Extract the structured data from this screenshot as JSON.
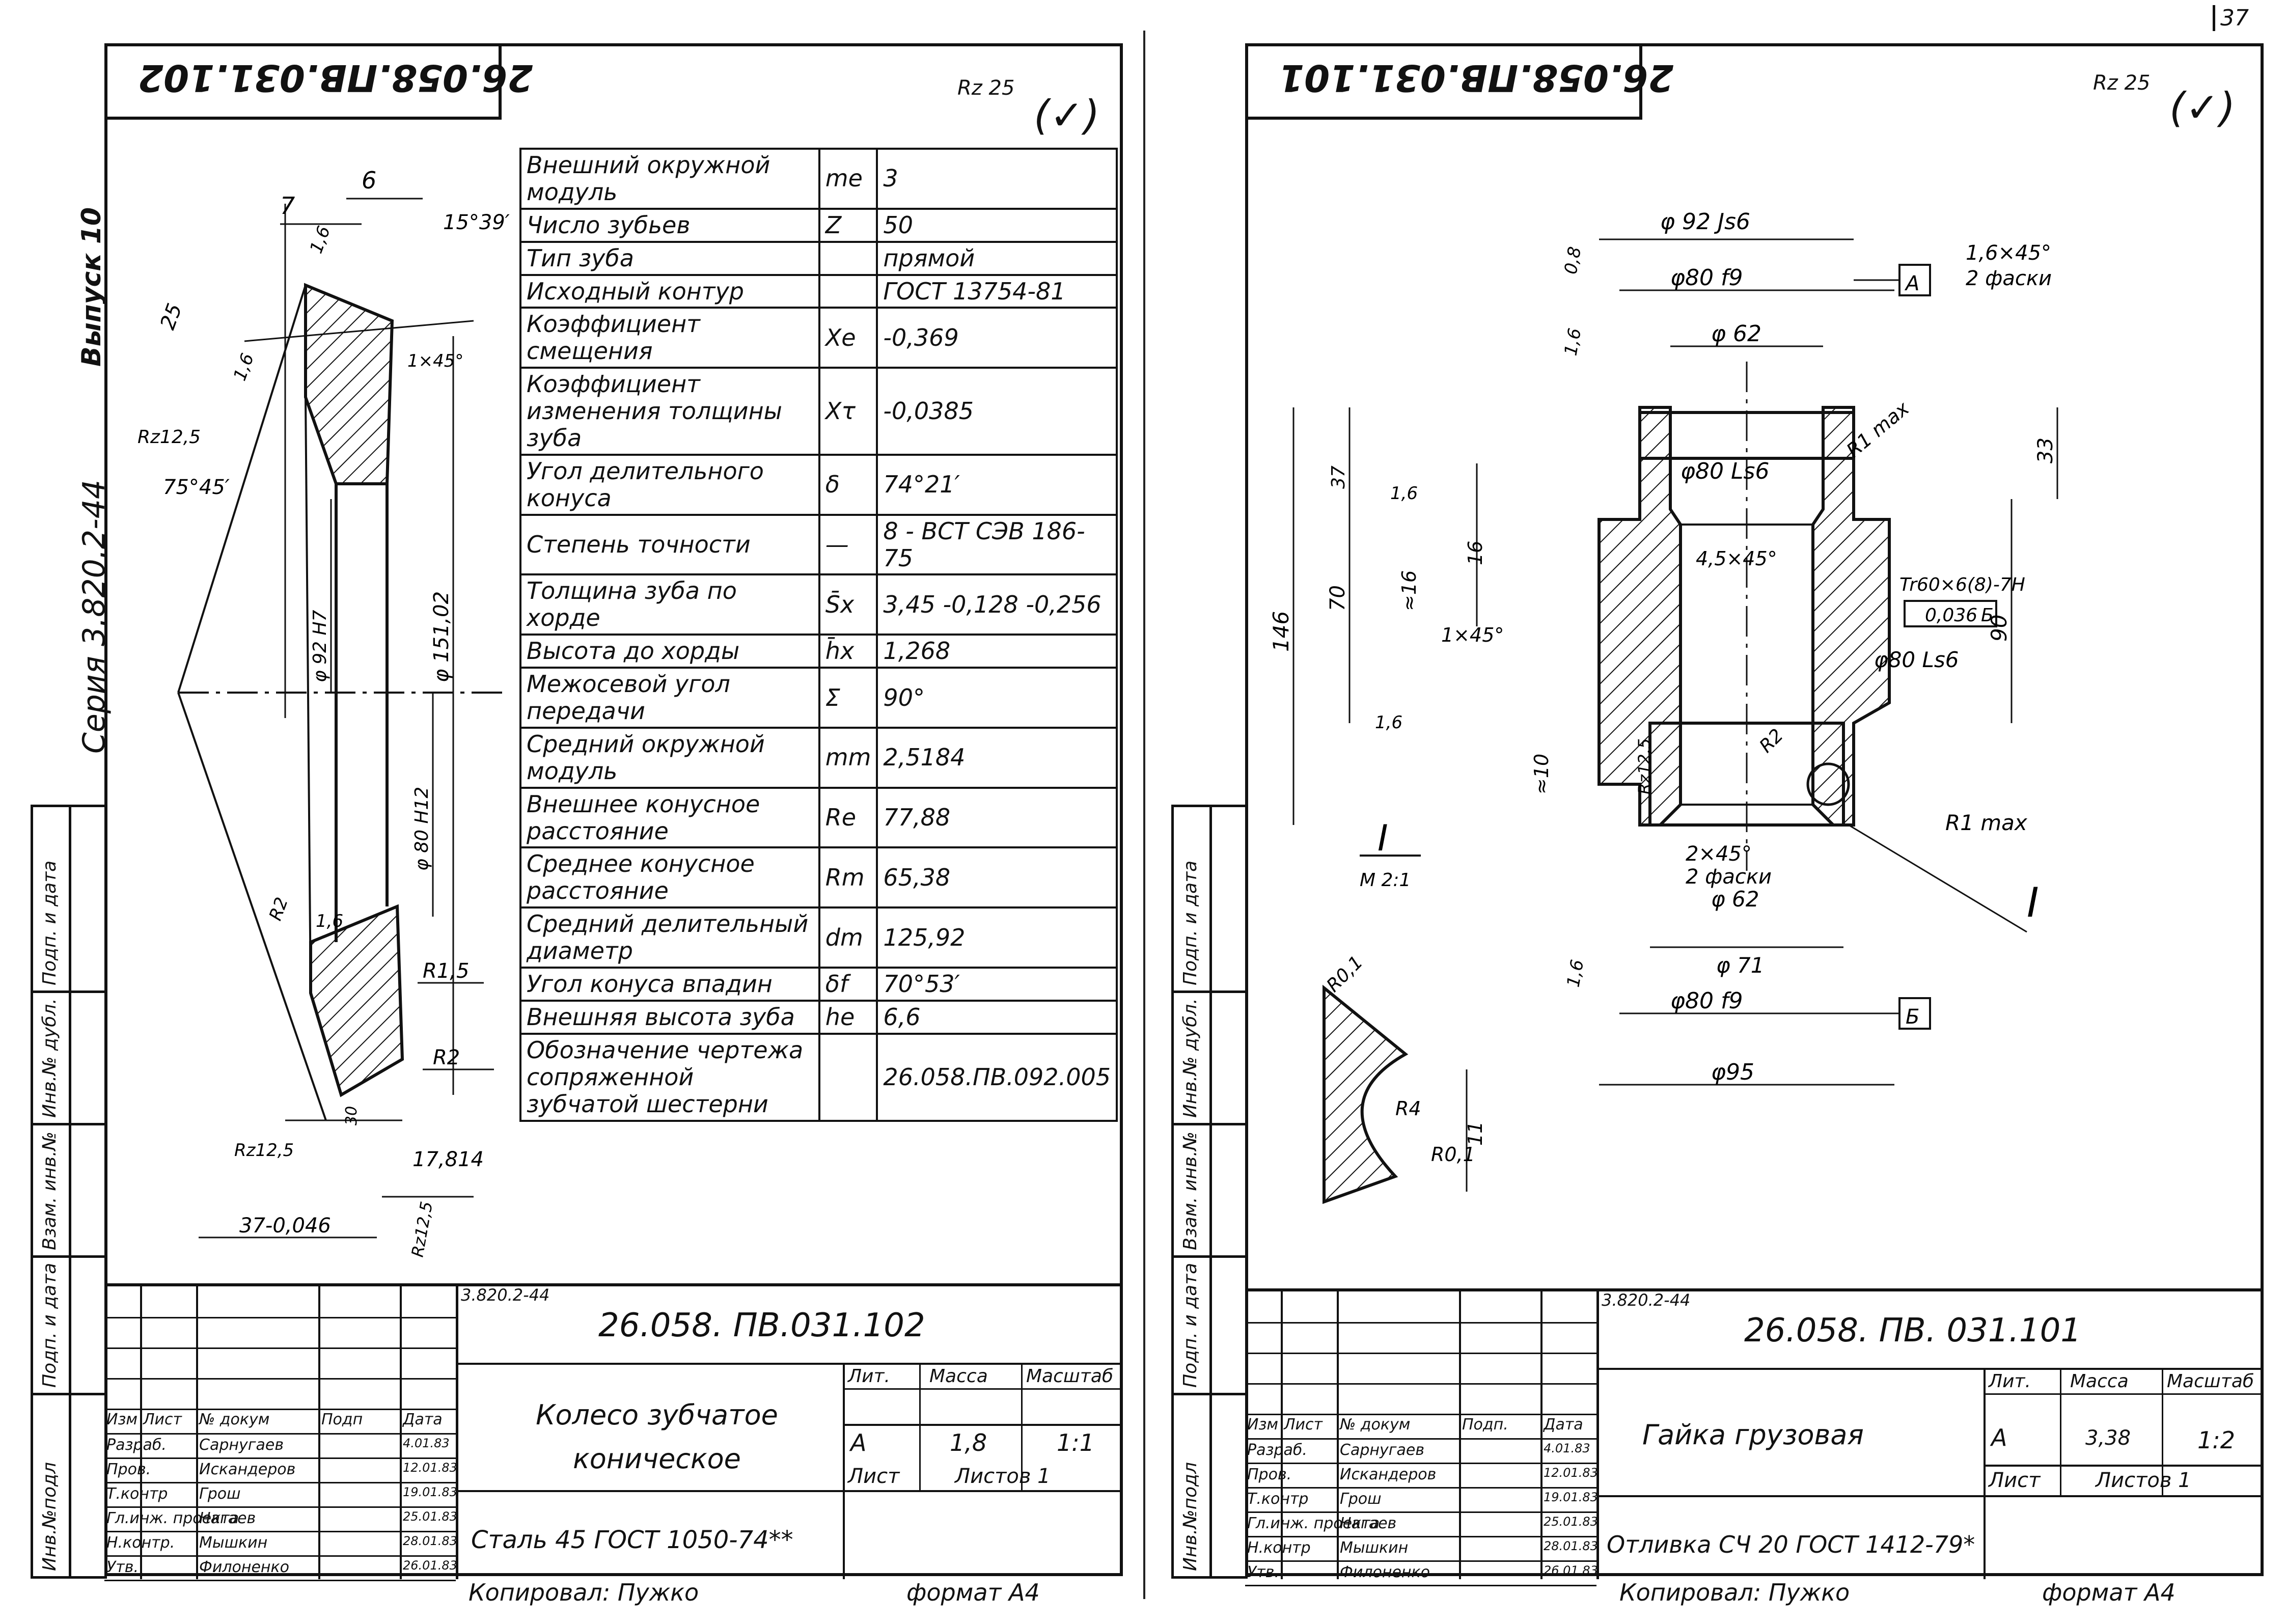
{
  "page_number": "37",
  "side_texts": {
    "series": "Серия  3.820.2-44",
    "issue": "Выпуск 10",
    "left_col": [
      "Инв.№подл",
      "Подп. и дата",
      "Взам. инв.№",
      "Инв.№ дубл.",
      "Подп. и дата"
    ]
  },
  "footer": {
    "copied_left": "Копировал:  Пужко",
    "format_left": "формат А4",
    "copied_right": "Копировал: Пужко",
    "format_right": "формат А4"
  },
  "left_sheet": {
    "rotated_code": "26.058.ПВ.031.102",
    "roughness": "Rz 25",
    "roughness_paren": "(✓)",
    "params": [
      {
        "name": "Внешний окружной модуль",
        "sym": "me",
        "val": "3"
      },
      {
        "name": "Число зубьев",
        "sym": "Z",
        "val": "50"
      },
      {
        "name": "Тип зуба",
        "sym": "",
        "val": "прямой"
      },
      {
        "name": "Исходный контур",
        "sym": "",
        "val": "ГОСТ 13754-81"
      },
      {
        "name": "Коэффициент смещения",
        "sym": "Xe",
        "val": "-0,369"
      },
      {
        "name": "Коэффициент изменения толщины зуба",
        "sym": "Xτ",
        "val": "-0,0385"
      },
      {
        "name": "Угол делительного конуса",
        "sym": "δ",
        "val": "74°21′"
      },
      {
        "name": "Степень точности",
        "sym": "—",
        "val": "8 - ВСТ СЭВ 186-75"
      },
      {
        "name": "Толщина зуба по хорде",
        "sym": "S̄x",
        "val": "3,45 -0,128 -0,256"
      },
      {
        "name": "Высота до хорды",
        "sym": "h̄x",
        "val": "1,268"
      },
      {
        "name": "Межосевой угол передачи",
        "sym": "Σ",
        "val": "90°"
      },
      {
        "name": "Средний окружной модуль",
        "sym": "mm",
        "val": "2,5184"
      },
      {
        "name": "Внешнее конусное расстояние",
        "sym": "Re",
        "val": "77,88"
      },
      {
        "name": "Среднее конусное расстояние",
        "sym": "Rm",
        "val": "65,38"
      },
      {
        "name": "Средний делительный диаметр",
        "sym": "dm",
        "val": "125,92"
      },
      {
        "name": "Угол конуса впадин",
        "sym": "δf",
        "val": "70°53′"
      },
      {
        "name": "Внешняя высота зуба",
        "sym": "he",
        "val": "6,6"
      },
      {
        "name": "Обозначение чертежа сопряженной зубчатой шестерни",
        "sym": "",
        "val": "26.058.ПВ.092.005"
      }
    ],
    "dims": {
      "d6": "6",
      "d7": "7",
      "a1539": "15°39′",
      "d25": "25",
      "r16a": "1,6",
      "r16b": "1,6",
      "ch1x45": "1×45°",
      "rz125a": "Rz12,5",
      "a7545": "75°45′",
      "phi92": "φ 92 H7",
      "phi151": "φ 151,02",
      "phi80": "φ 80 H12",
      "r2": "R2",
      "r16c": "1,6",
      "r15": "R1,5",
      "r2b": "R2",
      "rz125b": "Rz12,5",
      "d30": "30",
      "d17814": "17,814",
      "d37": "37-0,046",
      "rz125c": "Rz12,5"
    },
    "stamp": {
      "series_small": "3.820.2-44",
      "doc_code": "26.058. ПВ.031.102",
      "head": [
        "Изм",
        "Лист",
        "№ докум",
        "Подп",
        "Дата"
      ],
      "roles": [
        "Разраб.",
        "Пров.",
        "Т.контр",
        "Гл.инж. проекта",
        "Н.контр.",
        "Утв."
      ],
      "names": [
        "Сарнугаев",
        "Искандеров",
        "Грош",
        "Нагаев",
        "Мышкин",
        "Филоненко"
      ],
      "dates": [
        "4.01.83",
        "12.01.83",
        "19.01.83",
        "25.01.83",
        "28.01.83",
        "26.01.83"
      ],
      "title": "Колесо зубчатое коническое",
      "material": "Сталь 45 ГОСТ 1050-74**",
      "lit_label": "Лит.",
      "mass_label": "Масса",
      "scale_label": "Масштаб",
      "lit": "А",
      "mass": "1,8",
      "scale": "1:1",
      "sheet_label": "Лист",
      "sheets_label": "Листов 1"
    }
  },
  "right_sheet": {
    "rotated_code": "26.058.ПВ.031.101",
    "roughness": "Rz 25",
    "roughness_paren": "(✓)",
    "dims": {
      "phi92": "φ 92 Js6",
      "d08": "0,8",
      "phi80f9": "φ80 f9",
      "baseA": "А",
      "ch16": "1,6×45°",
      "ch16b": "2 фаски",
      "r16a": "1,6",
      "phi62": "φ 62",
      "phi80ls6": "φ80 Ls6",
      "r1max": "R1 max",
      "d33": "33",
      "d37": "37",
      "r16b": "1,6",
      "d146": "146",
      "d70": "70",
      "d16": "16",
      "d16b": "≈16",
      "ch45x45": "4,5×45°",
      "thread": "Tr60×6(8)-7H",
      "tol": "0,036",
      "tolb": "Б",
      "d90": "90",
      "ch1x45": "1×45°",
      "phi80ls6b": "φ80 Ls6",
      "r16c": "1,6",
      "d10": "≈10",
      "rz125": "Rz12,5",
      "r2": "R2",
      "r1max2": "R1 max",
      "ch2x45": "2×45°",
      "ch2x45b": "2 фаски",
      "phi62b": "φ 62",
      "phi71": "φ 71",
      "r16d": "1,6",
      "phi80f9b": "φ80 f9",
      "baseB": "Б",
      "phi95": "φ95",
      "view": "I",
      "view_scale": "М 2:1",
      "view_mark": "I",
      "r01a": "R0,1",
      "r4": "R4",
      "r01b": "R0,1",
      "d11": "11"
    },
    "stamp": {
      "series_small": "3.820.2-44",
      "doc_code": "26.058. ПВ. 031.101",
      "head": [
        "Изм",
        "Лист",
        "№ докум",
        "Подп.",
        "Дата"
      ],
      "roles": [
        "Разраб.",
        "Пров.",
        "Т.контр",
        "Гл.инж. проекта",
        "Н.контр",
        "Утв."
      ],
      "names": [
        "Сарнугаев",
        "Искандеров",
        "Грош",
        "Нагаев",
        "Мышкин",
        "Филоненко"
      ],
      "dates": [
        "4.01.83",
        "12.01.83",
        "19.01.83",
        "25.01.83",
        "28.01.83",
        "26.01.83"
      ],
      "title": "Гайка грузовая",
      "material": "Отливка СЧ 20 ГОСТ 1412-79*",
      "lit_label": "Лит.",
      "mass_label": "Масса",
      "scale_label": "Масштаб",
      "lit": "А",
      "mass": "3,38",
      "scale": "1:2",
      "sheet_label": "Лист",
      "sheets_label": "Листов 1"
    }
  }
}
